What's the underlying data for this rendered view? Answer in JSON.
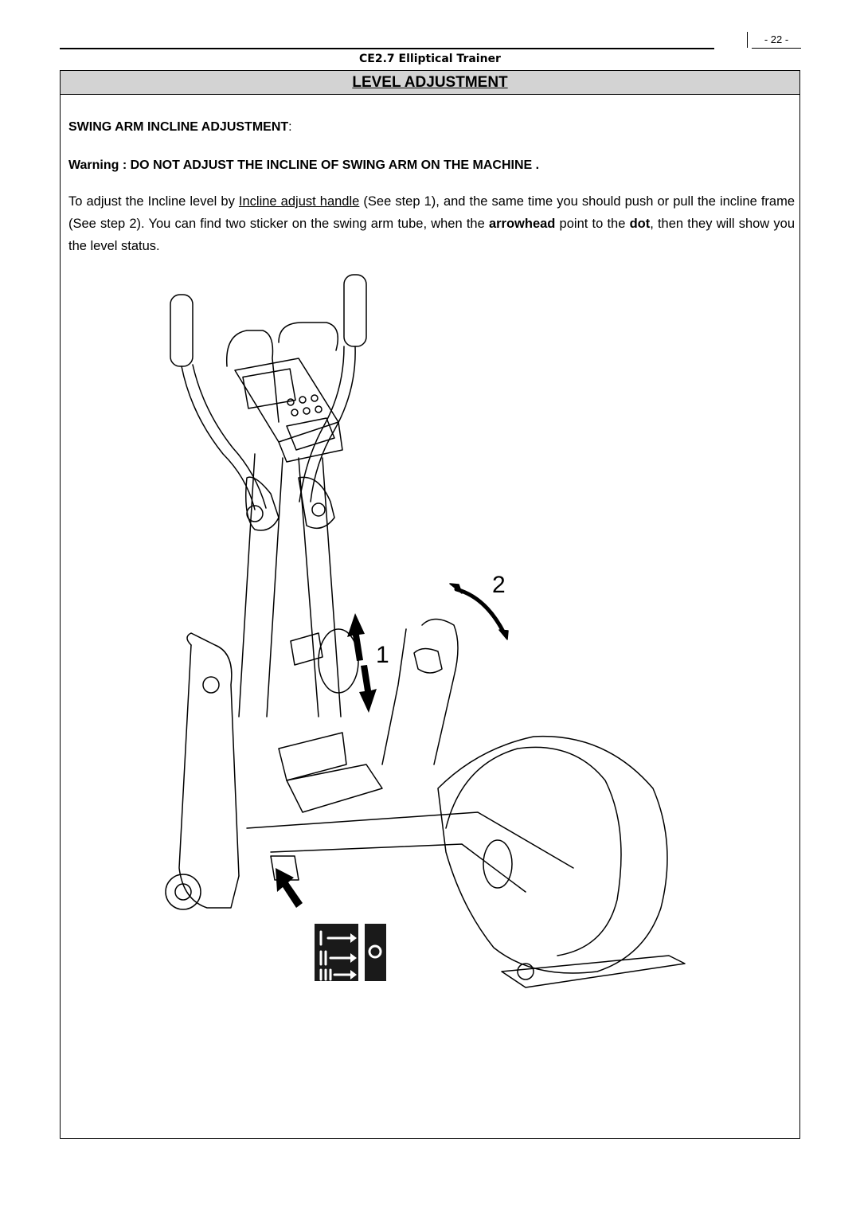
{
  "header": {
    "page_number": "- 22 -",
    "document_title": "CE2.7 Elliptical Trainer"
  },
  "section": {
    "title": "LEVEL ADJUSTMENT"
  },
  "content": {
    "subheading": "SWING ARM INCLINE ADJUSTMENT",
    "subheading_suffix": ":",
    "warning": "Warning : DO NOT ADJUST THE INCLINE OF SWING ARM ON THE MACHINE .",
    "body_part1": "To adjust the Incline level by ",
    "body_link": "Incline adjust handle",
    "body_part2": " (See step 1), and the same time you should push or pull the incline frame (See step 2). You can find two sticker on the swing arm tube, when the ",
    "body_bold1": "arrowhead",
    "body_part3": " point to the ",
    "body_bold2": "dot",
    "body_part4": ", then they will show you the level status."
  },
  "illustration": {
    "step1_label": "1",
    "step2_label": "2"
  }
}
